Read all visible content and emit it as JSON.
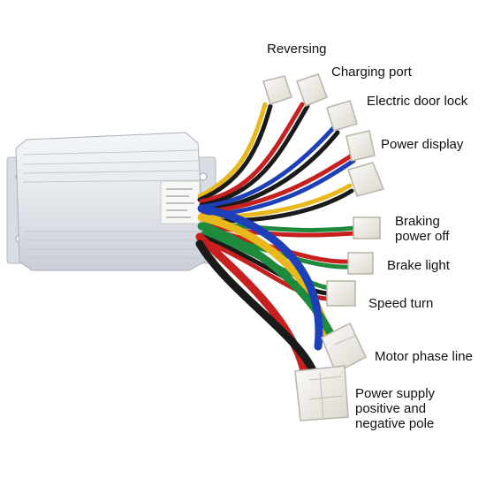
{
  "labels": {
    "reversing": "Reversing",
    "charging_port": "Charging port",
    "electric_door_lock": "Electric door lock",
    "power_display": "Power display",
    "braking_power_off": [
      "Braking",
      "power off"
    ],
    "brake_light": "Brake light",
    "speed_turn": "Speed turn",
    "motor_phase_line": "Motor phase line",
    "power_supply": [
      "Power supply",
      "positive and",
      "negative pole"
    ]
  },
  "colors": {
    "housing": "#e9ecf0",
    "housing_shadow": "#b9bfc7",
    "wire_red": "#c8201e",
    "wire_yellow": "#e8b81c",
    "wire_blue": "#1d3fb8",
    "wire_green": "#1d8a3c",
    "wire_black": "#1a1a1a",
    "connector": "#f3f1ec"
  }
}
